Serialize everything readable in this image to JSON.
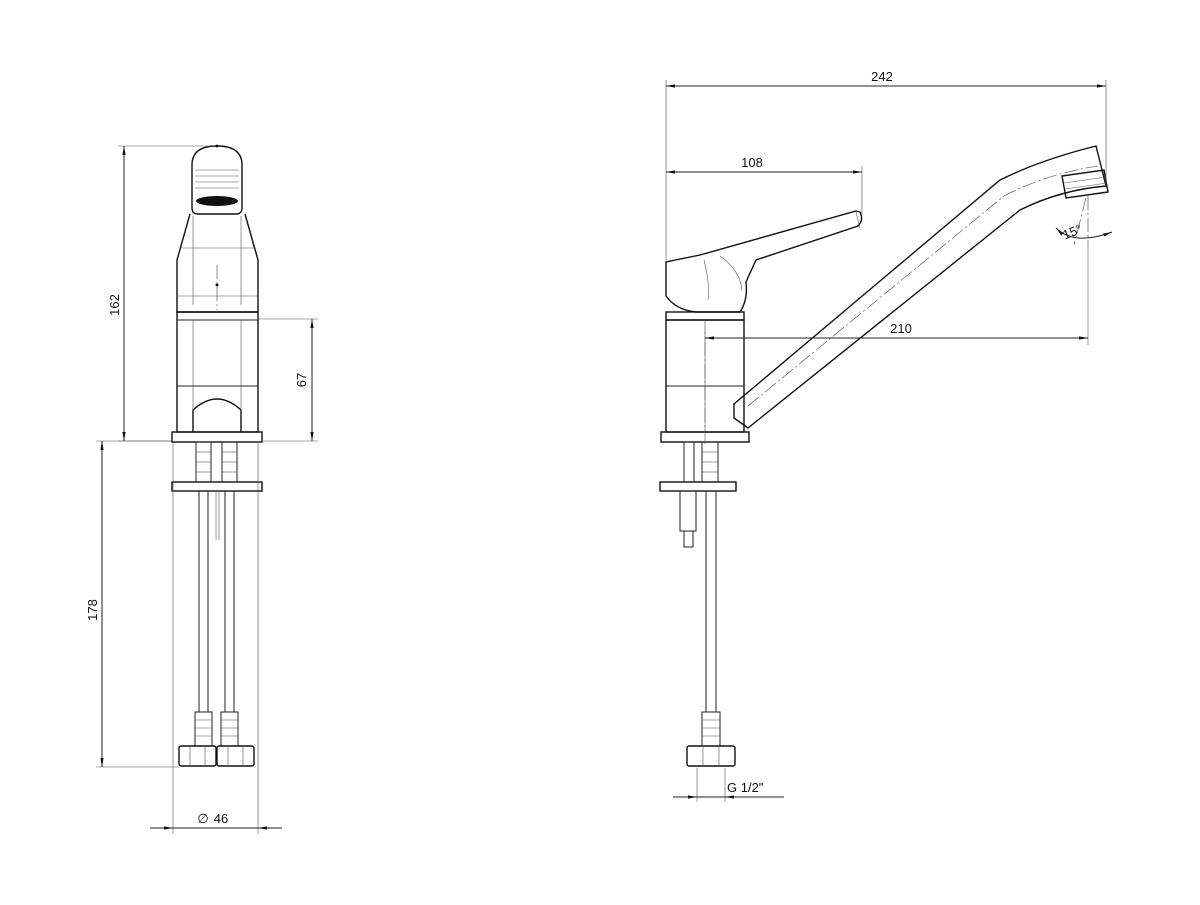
{
  "front_view": {
    "dim_height_total": "162",
    "dim_body_height": "67",
    "dim_below_deck": "178",
    "dim_base_diameter": "46",
    "diameter_symbol": "∅"
  },
  "side_view": {
    "dim_overall_width": "242",
    "dim_lever_reach": "108",
    "dim_spout_reach": "210",
    "dim_spout_angle": "15°",
    "dim_connection": "G 1/2\""
  }
}
